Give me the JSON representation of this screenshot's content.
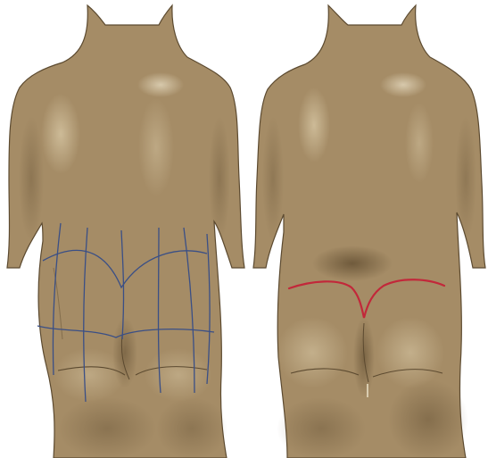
{
  "figure": {
    "panels": [
      {
        "id": "before",
        "markings": "grid"
      },
      {
        "id": "after",
        "markings": "incision-line"
      }
    ]
  },
  "colors": {
    "background": "#ffffff",
    "skin": "#a58c66",
    "skin_light": "#c4ae8a",
    "skin_shadow": "#7c6646",
    "outline": "#5c4a30",
    "grid_marking": "#3a4f86",
    "incision_marking": "#c2283a"
  }
}
